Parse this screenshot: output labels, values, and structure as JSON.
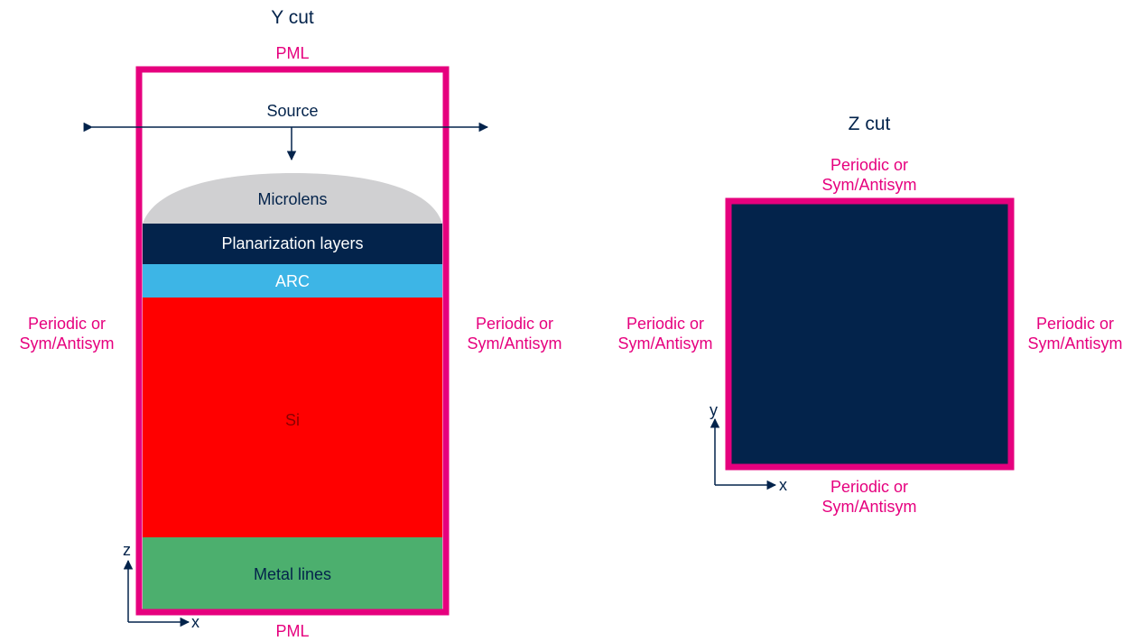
{
  "colors": {
    "boundary": "#e6007e",
    "navy": "#03234b",
    "microlens": "#d0d0d2",
    "planarization": "#03234b",
    "arc": "#3db5e6",
    "si": "#ff0000",
    "metal": "#4caf6e"
  },
  "y_cut": {
    "title": "Y cut",
    "top_boundary": "PML",
    "bottom_boundary": "PML",
    "left_boundary": [
      "Periodic or",
      "Sym/Antisym"
    ],
    "right_boundary": [
      "Periodic or",
      "Sym/Antisym"
    ],
    "source_label": "Source",
    "layers": {
      "microlens": "Microlens",
      "planarization": "Planarization layers",
      "arc": "ARC",
      "si": "Si",
      "metal": "Metal lines"
    },
    "axis_vertical": "z",
    "axis_horizontal": "x"
  },
  "z_cut": {
    "title": "Z cut",
    "top_boundary": [
      "Periodic or",
      "Sym/Antisym"
    ],
    "bottom_boundary": [
      "Periodic or",
      "Sym/Antisym"
    ],
    "left_boundary": [
      "Periodic or",
      "Sym/Antisym"
    ],
    "right_boundary": [
      "Periodic or",
      "Sym/Antisym"
    ],
    "axis_vertical": "y",
    "axis_horizontal": "x"
  }
}
